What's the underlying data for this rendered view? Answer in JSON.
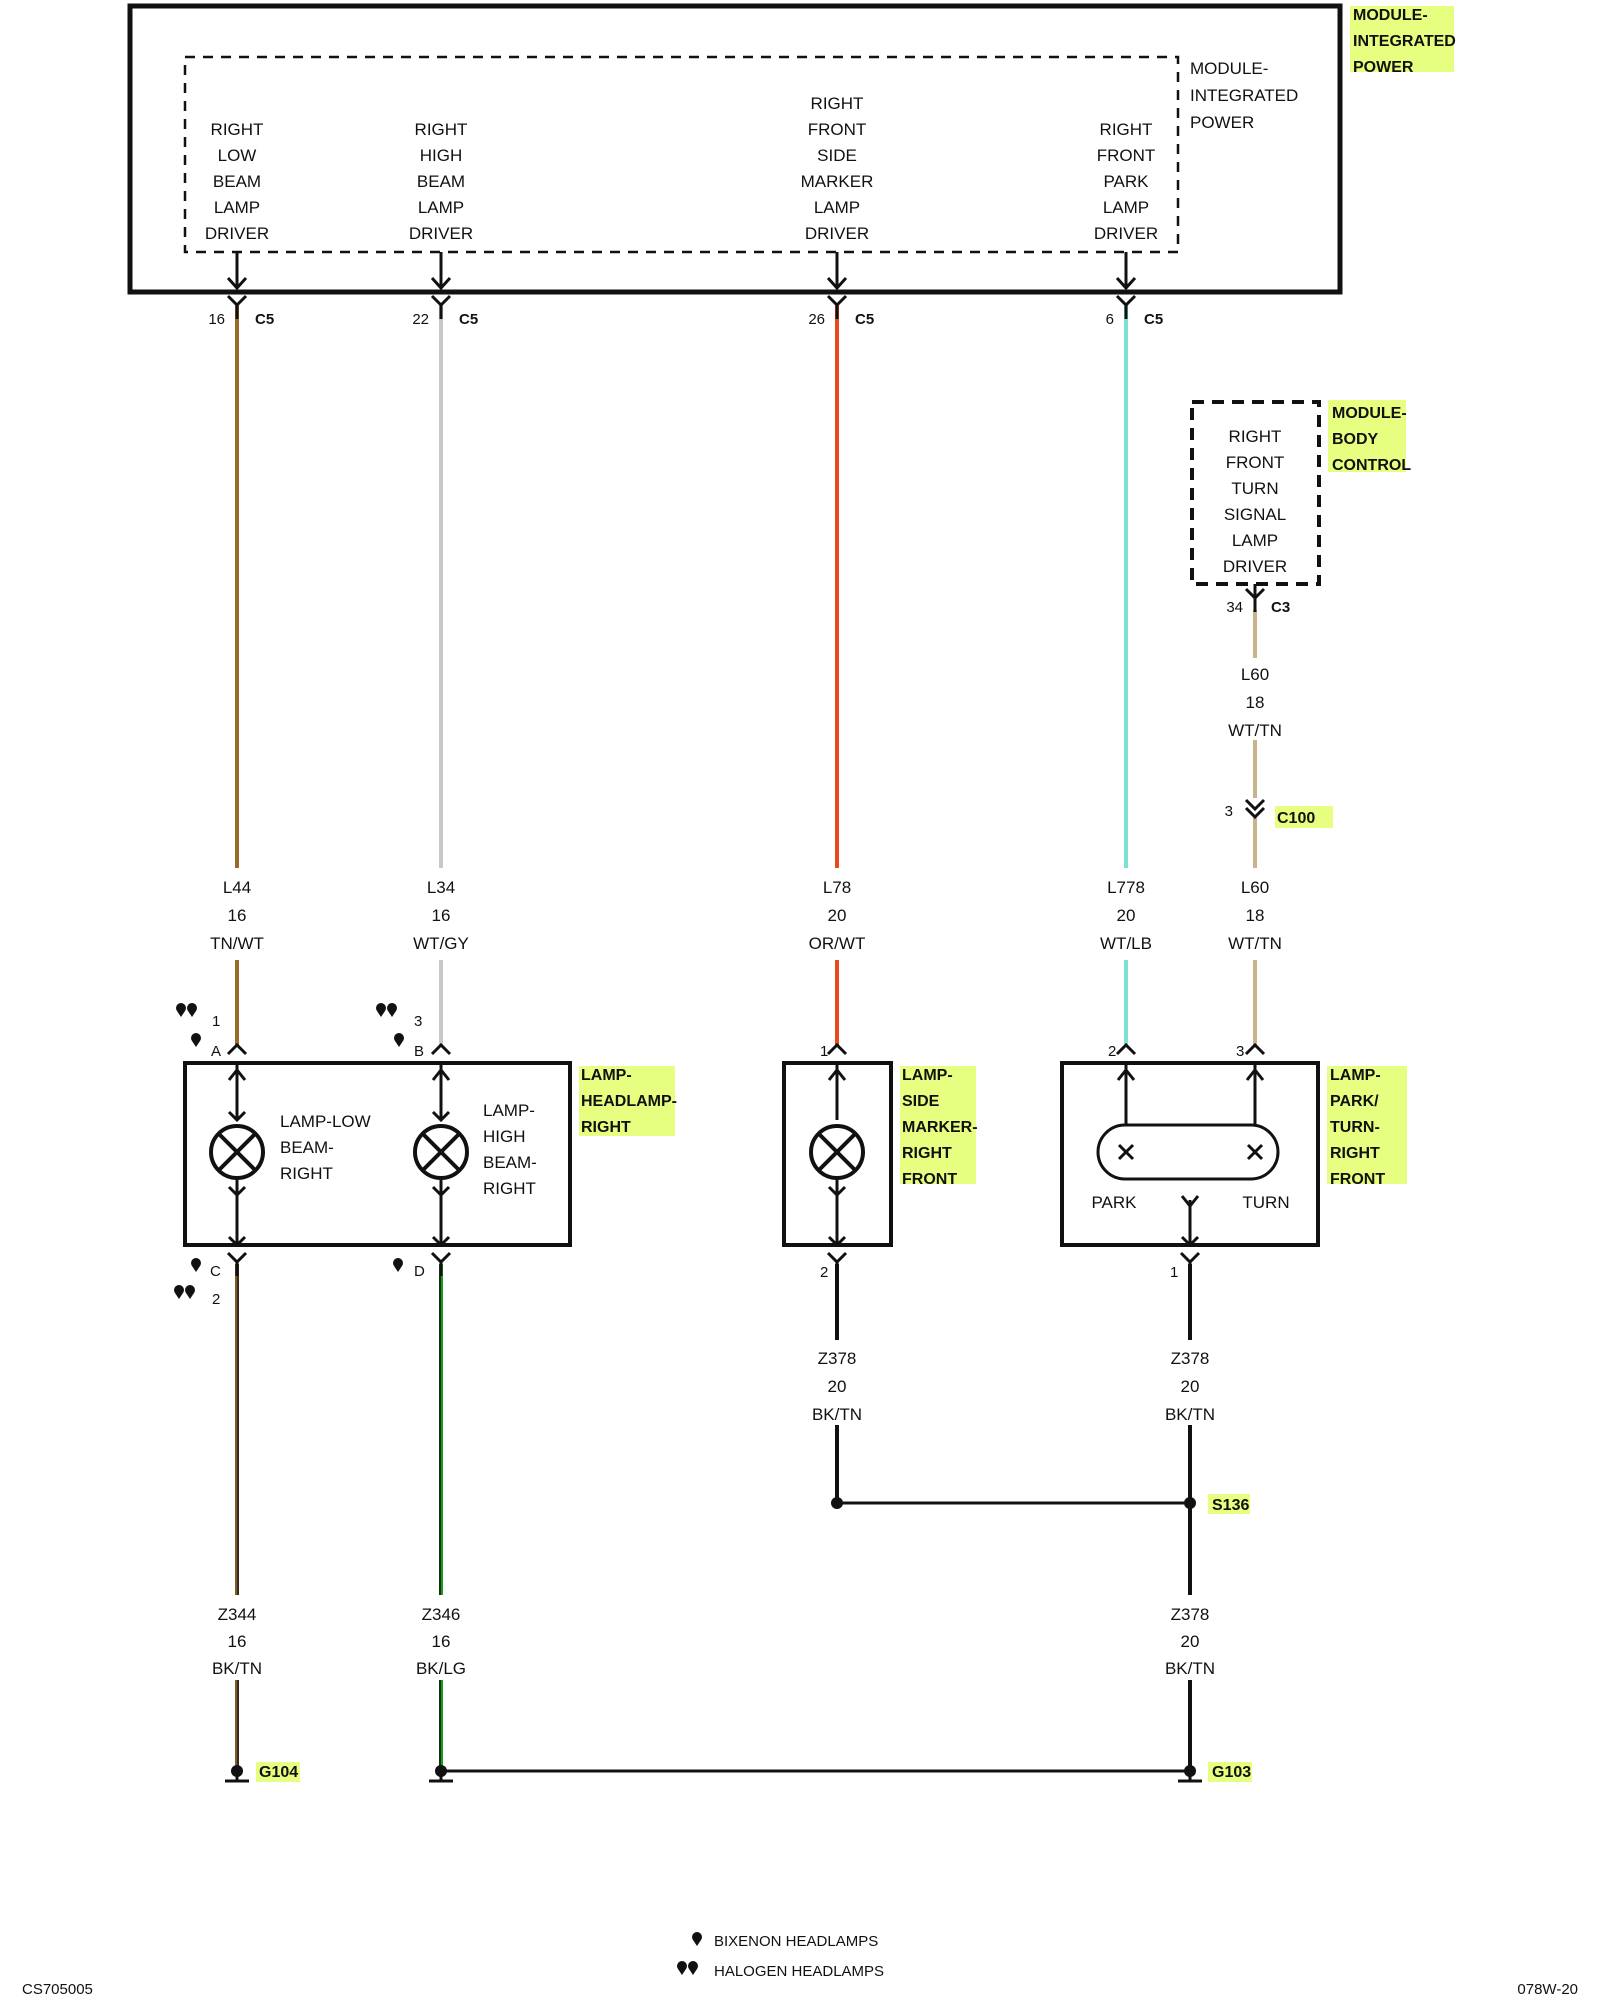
{
  "colors": {
    "highlight": "#e6ff80",
    "tn_wt": "#9a6a2c",
    "wt_gy": "#c8c8c8",
    "or_wt": "#e84a1a",
    "wt_lb": "#7fe0d6",
    "wt_tn": "#c8b48c",
    "bk_tn": "#3a2a1a",
    "bk_lg": "#1a9a1a",
    "bk": "#111111"
  },
  "modules": {
    "integrated_power": {
      "tag": [
        "MODULE-",
        "INTEGRATED",
        "POWER"
      ],
      "inner_label": [
        "MODULE-",
        "INTEGRATED",
        "POWER"
      ],
      "drivers": {
        "low_beam": [
          "RIGHT",
          "LOW",
          "BEAM",
          "LAMP",
          "DRIVER"
        ],
        "high_beam": [
          "RIGHT",
          "HIGH",
          "BEAM",
          "LAMP",
          "DRIVER"
        ],
        "side_marker": [
          "RIGHT",
          "FRONT",
          "SIDE",
          "MARKER",
          "LAMP",
          "DRIVER"
        ],
        "park": [
          "RIGHT",
          "FRONT",
          "PARK",
          "LAMP",
          "DRIVER"
        ]
      }
    },
    "body_control": {
      "tag": [
        "MODULE-",
        "BODY",
        "CONTROL"
      ],
      "driver": [
        "RIGHT",
        "FRONT",
        "TURN",
        "SIGNAL",
        "LAMP",
        "DRIVER"
      ]
    }
  },
  "connectors": {
    "c5_low": {
      "pin": "16",
      "name": "C5"
    },
    "c5_high": {
      "pin": "22",
      "name": "C5"
    },
    "c5_side": {
      "pin": "26",
      "name": "C5"
    },
    "c5_park": {
      "pin": "6",
      "name": "C5"
    },
    "c3_turn": {
      "pin": "34",
      "name": "C3"
    },
    "c100": {
      "pin": "3",
      "name": "C100"
    }
  },
  "wires": {
    "l44": [
      "L44",
      "16",
      "TN/WT"
    ],
    "l34": [
      "L34",
      "16",
      "WT/GY"
    ],
    "l78": [
      "L78",
      "20",
      "OR/WT"
    ],
    "l778": [
      "L778",
      "20",
      "WT/LB"
    ],
    "l60_upper": [
      "L60",
      "18",
      "WT/TN"
    ],
    "l60_lower": [
      "L60",
      "18",
      "WT/TN"
    ],
    "z344": [
      "Z344",
      "16",
      "BK/TN"
    ],
    "z346": [
      "Z346",
      "16",
      "BK/LG"
    ],
    "z378_side": [
      "Z378",
      "20",
      "BK/TN"
    ],
    "z378_turn": [
      "Z378",
      "20",
      "BK/TN"
    ],
    "z378_ground": [
      "Z378",
      "20",
      "BK/TN"
    ]
  },
  "lamps": {
    "headlamp": {
      "tag": [
        "LAMP-",
        "HEADLAMP-",
        "RIGHT"
      ],
      "low_beam": [
        "LAMP-LOW",
        "BEAM-",
        "RIGHT"
      ],
      "high_beam": [
        "LAMP-",
        "HIGH",
        "BEAM-",
        "RIGHT"
      ],
      "pins": {
        "low_in_num": "1",
        "low_in_let": "A",
        "high_in_num": "3",
        "high_in_let": "B",
        "low_out_let": "C",
        "low_out_num": "2",
        "high_out_let": "D"
      }
    },
    "side_marker": {
      "tag": [
        "LAMP-",
        "SIDE",
        "MARKER-",
        "RIGHT",
        "FRONT"
      ],
      "pin_in": "1",
      "pin_out": "2"
    },
    "park_turn": {
      "tag": [
        "LAMP-",
        "PARK/",
        "TURN-",
        "RIGHT",
        "FRONT"
      ],
      "park_label": "PARK",
      "turn_label": "TURN",
      "pin_park": "2",
      "pin_turn": "3",
      "pin_out": "1"
    }
  },
  "splices": {
    "s136": "S136"
  },
  "grounds": {
    "g104": "G104",
    "g103": "G103"
  },
  "legend": {
    "bixenon": "BIXENON HEADLAMPS",
    "halogen": "HALOGEN HEADLAMPS"
  },
  "footer": {
    "left": "CS705005",
    "right": "078W-20"
  }
}
